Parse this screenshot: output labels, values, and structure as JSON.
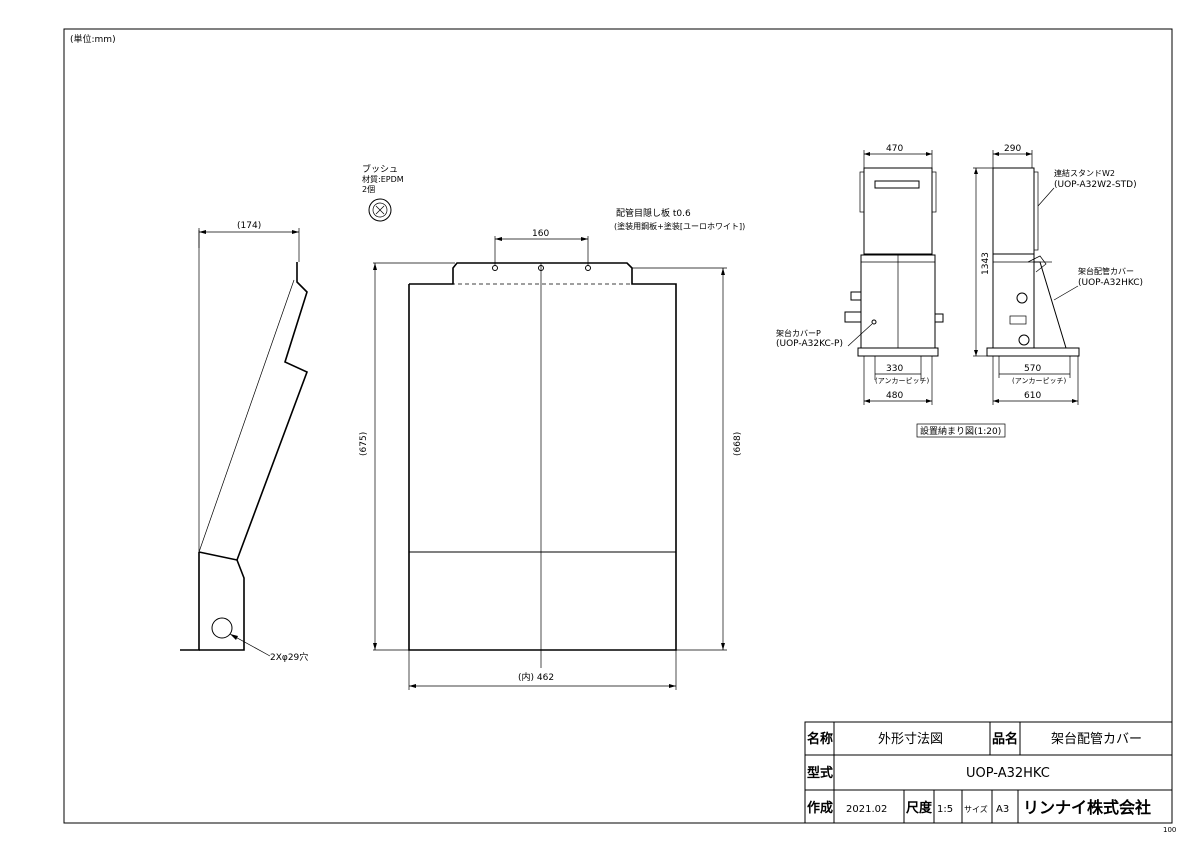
{
  "unit_note": "(単位:mm)",
  "page_number": "100",
  "side_view": {
    "width_label": "(174)",
    "hole_label": "2Xφ29穴"
  },
  "bushing": {
    "title": "ブッシュ",
    "material": "材質:EPDM",
    "quantity": "2個"
  },
  "front_view": {
    "plate_title": "配管目隠し板 t0.6",
    "plate_spec": "(塗装用鋼板+塗装[ユーロホワイト])",
    "top_dim": "160",
    "left_height": "(675)",
    "right_height": "(668)",
    "bottom_width": "(内) 462"
  },
  "install_view": {
    "front_top_width": "470",
    "side_top_width": "290",
    "height": "1343",
    "stand_label": "連結スタンドW2",
    "stand_model": "(UOP-A32W2-STD)",
    "cover_label": "架台配管カバー",
    "cover_model": "(UOP-A32HKC)",
    "coverp_label": "架台カバーP",
    "coverp_model": "(UOP-A32KC-P)",
    "front_pitch": "330",
    "front_pitch_note": "(アンカーピッチ)",
    "front_width": "480",
    "side_pitch": "570",
    "side_pitch_note": "(アンカーピッチ)",
    "side_width": "610",
    "caption": "設置納まり図(1:20)"
  },
  "title_block": {
    "name_label": "名称",
    "name_value": "外形寸法図",
    "product_label": "品名",
    "product_value": "架台配管カバー",
    "model_label": "型式",
    "model_value": "UOP-A32HKC",
    "made_label": "作成",
    "made_value": "2021.02",
    "scale_label": "尺度",
    "scale_value": "1:5",
    "size_label": "サイズ",
    "size_value": "A3",
    "company": "リンナイ株式会社"
  }
}
